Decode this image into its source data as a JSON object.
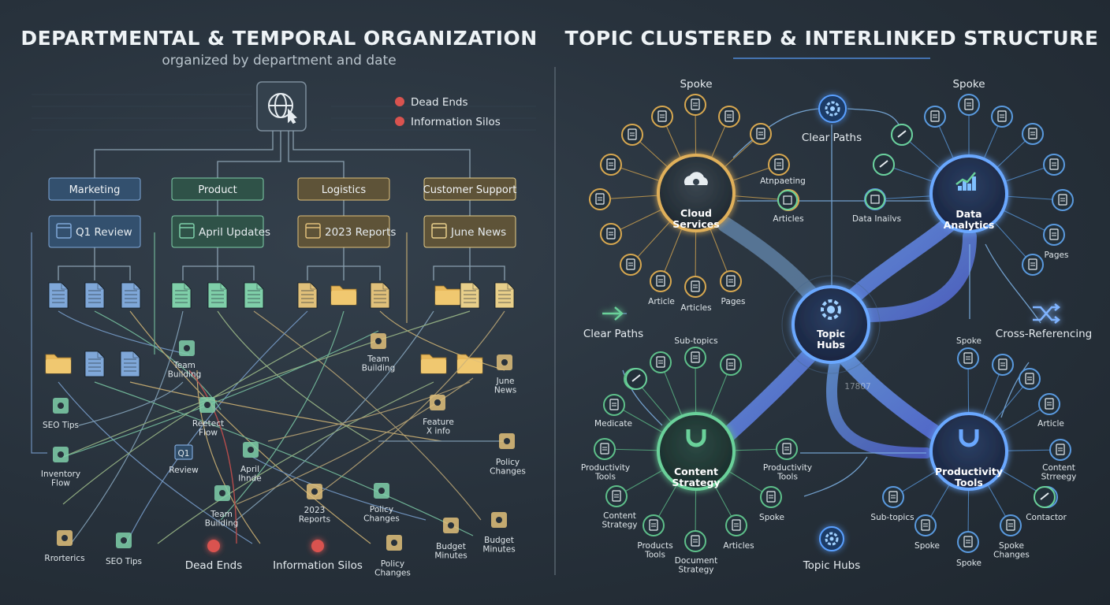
{
  "left": {
    "title": "DEPARTMENTAL & TEMPORAL ORGANIZATION",
    "subtitle": "organized by department and date",
    "legend": [
      "Dead Ends",
      "Information Silos"
    ],
    "departments": [
      {
        "name": "Marketing",
        "folder": "Q1 Review",
        "color": "#7fa7d8"
      },
      {
        "name": "Product",
        "folder": "April Updates",
        "color": "#7fcfa9"
      },
      {
        "name": "Logistics",
        "folder": "2023 Reports",
        "color": "#e0c07a"
      },
      {
        "name": "Customer Support",
        "folder": "June News",
        "color": "#e8cf8a"
      }
    ],
    "scattered": [
      {
        "label": "Team\nBuilding"
      },
      {
        "label": "Team\nBuilding"
      },
      {
        "label": "June\nNews"
      },
      {
        "label": "SEO Tips"
      },
      {
        "label": "Reetect\nFlow"
      },
      {
        "label": "Feature\nX info"
      },
      {
        "label": "Inventory\nFlow"
      },
      {
        "label": "Review",
        "badge": "Q1"
      },
      {
        "label": "April\nIhnde"
      },
      {
        "label": "Policy\nChanges"
      },
      {
        "label": "Team\nBuilding"
      },
      {
        "label": "2023\nReports"
      },
      {
        "label": "Policy\nChanges"
      },
      {
        "label": "Rrorterics"
      },
      {
        "label": "SEO Tips"
      },
      {
        "label": "Policy\nChanges"
      },
      {
        "label": "Budget\nMinutes"
      },
      {
        "label": "Budget\nMinutes"
      }
    ],
    "bottom": [
      "Dead Ends",
      "Information Silos"
    ]
  },
  "right": {
    "title": "TOPIC CLUSTERED & INTERLINKED STRUCTURE",
    "center_hub": "Topic\nHubs",
    "hubs": [
      {
        "name": "Cloud\nServices",
        "color": "#e0b05a"
      },
      {
        "name": "Data\nAnalytics",
        "color": "#6aa8ff"
      },
      {
        "name": "Content\nStrategy",
        "color": "#6ad19a"
      },
      {
        "name": "Productivity\nTools",
        "color": "#6aa8ff"
      }
    ],
    "labels": [
      {
        "text": "Spoke"
      },
      {
        "text": "Spoke"
      },
      {
        "text": "Clear Paths"
      },
      {
        "text": "Atnpaeting"
      },
      {
        "text": "Articles"
      },
      {
        "text": "Data Inailvs"
      },
      {
        "text": "Article"
      },
      {
        "text": "Articles"
      },
      {
        "text": "Pages"
      },
      {
        "text": "Pages"
      },
      {
        "text": "Clear Paths"
      },
      {
        "text": "Cross-Referencing"
      },
      {
        "text": "Sub-topics"
      },
      {
        "text": "Spoke"
      },
      {
        "text": "Medicate"
      },
      {
        "text": "Productivity\nTools"
      },
      {
        "text": "Content\nStrategy"
      },
      {
        "text": "Products\nTools"
      },
      {
        "text": "Document\nStrategy"
      },
      {
        "text": "Articles"
      },
      {
        "text": "Productivity\nTools"
      },
      {
        "text": "Spoke"
      },
      {
        "text": "Article"
      },
      {
        "text": "Content\nStrreegy"
      },
      {
        "text": "Contactor"
      },
      {
        "text": "Sub-topics"
      },
      {
        "text": "Spoke"
      },
      {
        "text": "Spoke"
      },
      {
        "text": "Spoke\nChanges"
      },
      {
        "text": "Topic Hubs"
      },
      {
        "text": "17807"
      }
    ]
  }
}
